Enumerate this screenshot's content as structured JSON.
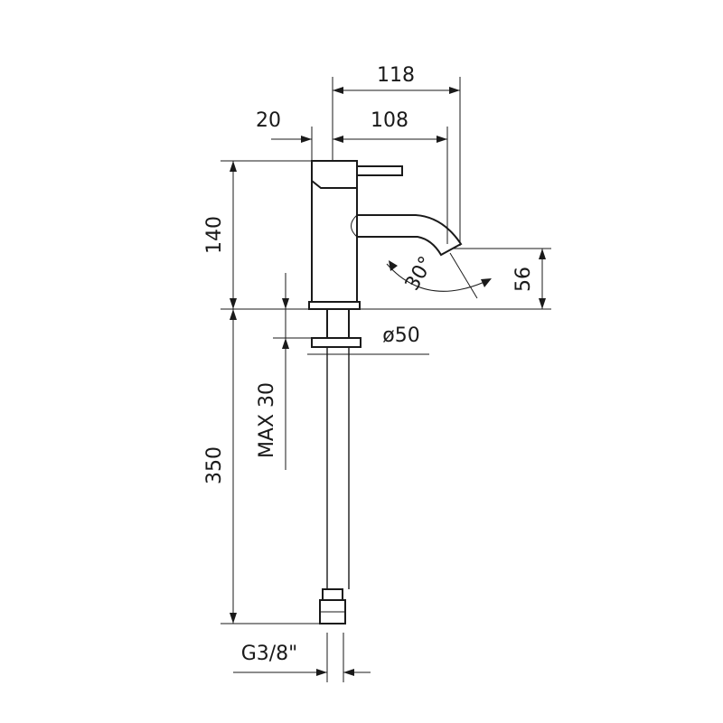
{
  "dimensions": {
    "overall_width": "118",
    "back_offset": "20",
    "spout_reach": "108",
    "total_height": "140",
    "spout_height": "56",
    "spout_angle": "30°",
    "base_diameter": "ø50",
    "max_thickness": "MAX 30",
    "hose_length": "350",
    "connection": "G3/8\""
  }
}
